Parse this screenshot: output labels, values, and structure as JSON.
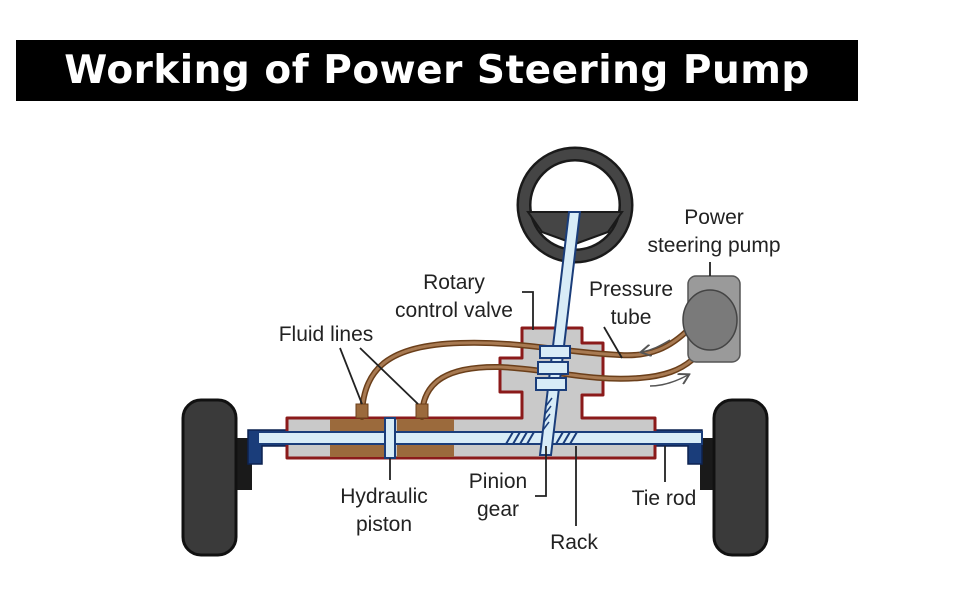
{
  "title": "Working of Power Steering Pump",
  "labels": {
    "power_steering_pump": [
      "Power",
      "steering pump"
    ],
    "rotary_control_valve": [
      "Rotary",
      "control valve"
    ],
    "pressure_tube": [
      "Pressure",
      "tube"
    ],
    "fluid_lines": "Fluid lines",
    "hydraulic_piston": [
      "Hydraulic",
      "piston"
    ],
    "pinion_gear": [
      "Pinion",
      "gear"
    ],
    "tie_rod": "Tie rod",
    "rack": "Rack"
  },
  "colors": {
    "housing_outline": "#8b1a1a",
    "housing_fill": "#c9c9c9",
    "fluid": "#9b6a3c",
    "tie_rod": "#1a3d7a",
    "wheel": "#3a3a3a",
    "shaft": "#d8ecf7"
  }
}
